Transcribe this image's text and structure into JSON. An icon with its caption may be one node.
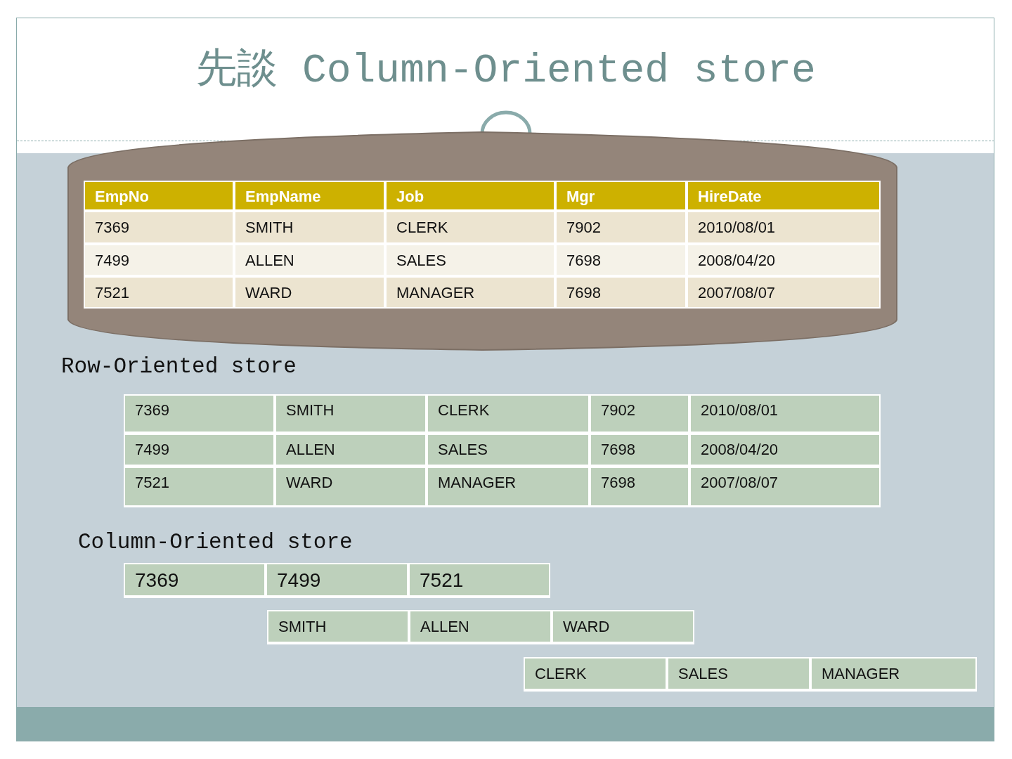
{
  "diagram": {
    "title": "先談 Column-Oriented store",
    "labels": [
      "EmpNo",
      "EmpName",
      "Job",
      "Mgr",
      "HireDate",
      "7369",
      "SMITH",
      "CLERK",
      "7902",
      "2010/08/01",
      "7499",
      "ALLEN",
      "SALES",
      "7698",
      "2008/04/20",
      "7521",
      "WARD",
      "MANAGER",
      "7698",
      "2007/08/07",
      "Row-Oriented store",
      "7369",
      "SMITH",
      "CLERK",
      "7902",
      "2010/08/01",
      "7499",
      "ALLEN",
      "SALES",
      "7698",
      "2008/04/20",
      "7521",
      "WARD",
      "MANAGER",
      "7698",
      "2007/08/07",
      "Column-Oriented store",
      "7369",
      "7499",
      "7521",
      "SMITH",
      "ALLEN",
      "WARD",
      "CLERK",
      "SALES",
      "MANAGER"
    ]
  }
}
